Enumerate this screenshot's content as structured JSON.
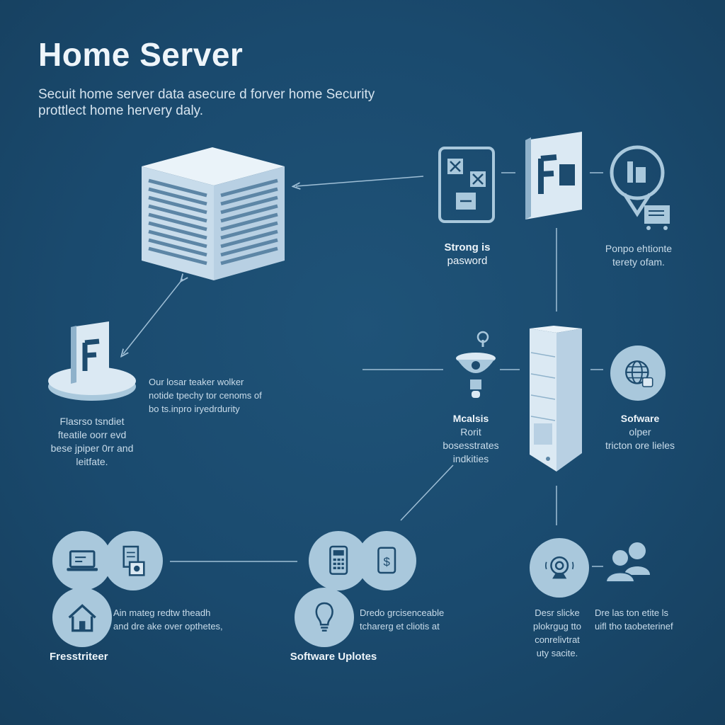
{
  "header": {
    "title": "Home Server",
    "subtitle_line1": "Secuit home server data asecure d forver home Security",
    "subtitle_line2": "prottlect home hervery daly."
  },
  "nodes": {
    "strong_password": {
      "line1": "Strong is",
      "line2": "pasword"
    },
    "phone": {
      "line1": "Ponpo ehtionte",
      "line2": "terety ofam."
    },
    "center_text": {
      "line1": "Our losar teaker wolker",
      "line2": "notide tpechy tor cenoms of",
      "line3": "bo ts.inpro iryedrdurity"
    },
    "firewall_caption": {
      "line1": "Flasrso tsndiet",
      "line2": "fteatile oorr evd",
      "line3": "bese jpiper 0rr and",
      "line4": "leitfate."
    },
    "monitors": {
      "title": "Mcalsis",
      "line1": "Rorit",
      "line2": "bosesstrates",
      "line3": "indkities"
    },
    "software_right": {
      "title": "Sofware",
      "line1": "olper",
      "line2": "tricton ore lieles"
    },
    "bottom_left": {
      "line1": "Ain mateg redtw theadh",
      "line2": "and dre ake over opthetes,",
      "label": "Fresstriteer"
    },
    "bottom_mid": {
      "line1": "Dredo grcisenceable",
      "line2": "tcharerg et cliotis at",
      "label": "Software Uplotes"
    },
    "bottom_right1": {
      "line1": "Desr slicke",
      "line2": "plokrgug tto",
      "line3": "conrelivtrat",
      "line4": "uty sacite."
    },
    "bottom_right2": {
      "line1": "Dre las ton etite ls",
      "line2": "uifl tho taobeterinef"
    }
  },
  "colors": {
    "background": "#1a4a6e",
    "accent_light": "#a9c8dc",
    "icon_dark": "#1d4b6e",
    "line": "#9fbfd6"
  }
}
